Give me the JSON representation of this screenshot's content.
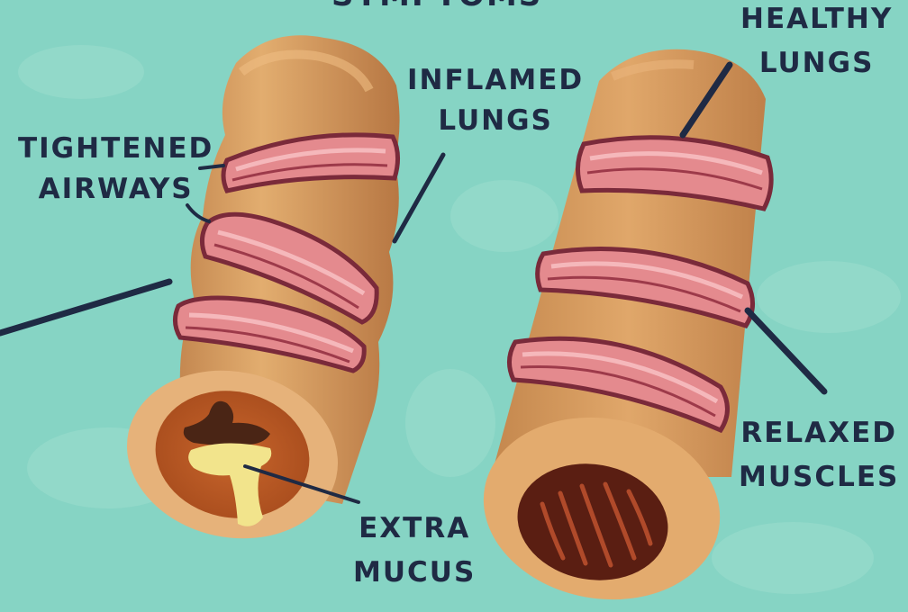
{
  "labels": {
    "top_cut": "SYMPTOMS",
    "inflamed": [
      "INFLAMED",
      "LUNGS"
    ],
    "healthy": [
      "HEALTHY",
      "LUNGS"
    ],
    "tightened": [
      "TIGHTENED",
      "AIRWAYS"
    ],
    "relaxed": [
      "RELAXED",
      "MUSCLES"
    ],
    "mucus": [
      "EXTRA",
      "MUCUS"
    ]
  },
  "colors": {
    "background": "#86d4c4",
    "tube": "#d29a5c",
    "muscle_band": "#e48a8e",
    "muscle_outline": "#7a2a3a",
    "mucus": "#f2e48c",
    "lumen": "#b85a22",
    "pointer_line": "#1f2a44"
  }
}
